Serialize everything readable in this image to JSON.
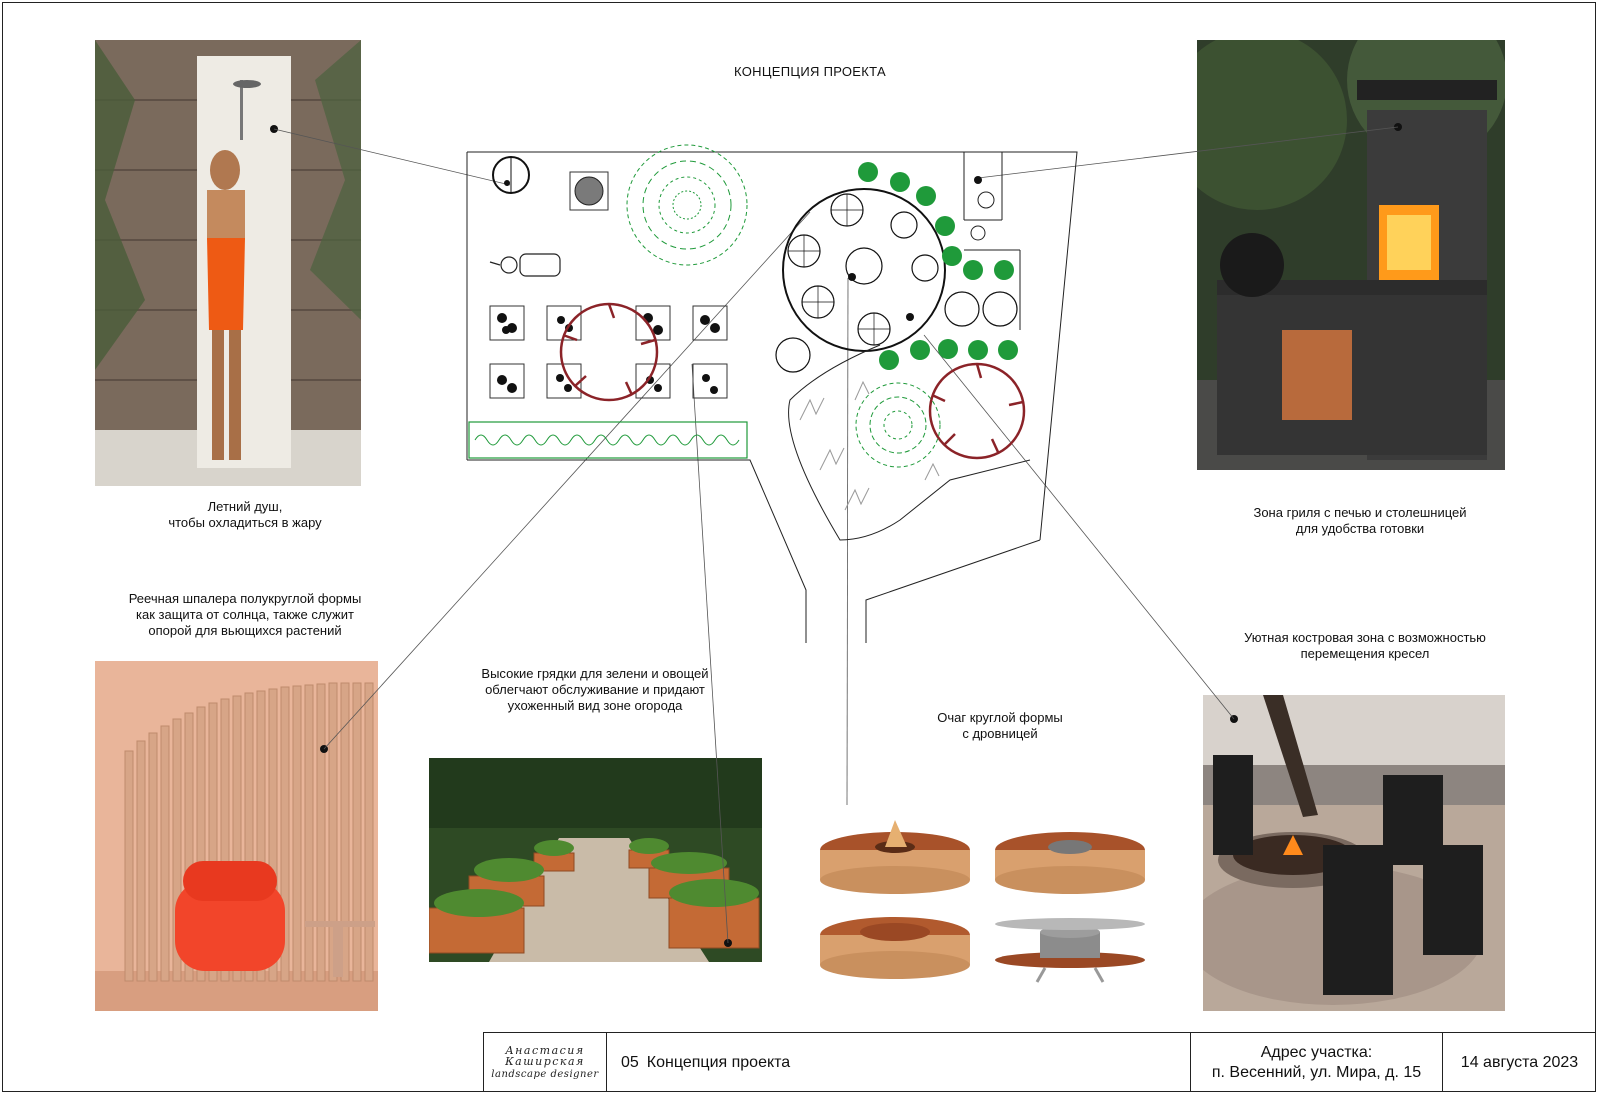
{
  "page": {
    "title": "КОНЦЕПЦИЯ ПРОЕКТА"
  },
  "captions": {
    "shower": "Летний душ,\nчтобы охладиться в жару",
    "grill": "Зона гриля с печью и столешницей\nдля удобства готовки",
    "trellis": "Реечная шпалера полукруглой формы\nкак защита от солнца, также служит\nопорой для вьющихся растений",
    "beds": "Высокие грядки для зелени и овощей\nоблегчают обслуживание и придают\nухоженный вид зоне огорода",
    "hearth": "Очаг круглой формы\nс дровницей",
    "firepit": "Уютная костровая зона с возможностью\nперемещения кресел"
  },
  "title_block": {
    "logo_line1": "Анастасия",
    "logo_line2": "Каширская",
    "logo_signature": "landscape designer",
    "sheet_number": "05",
    "sheet_name": "Концепция проекта",
    "address_label": "Адрес участка:",
    "address_value": "п. Весенний, ул. Мира, д. 15",
    "date": "14 августа 2023"
  },
  "colors": {
    "line": "#222222",
    "plant_green": "#1f9a3a",
    "trellis_red": "#8b2328",
    "wood": "#b8562a",
    "gray_plant": "#9a9a9a"
  }
}
